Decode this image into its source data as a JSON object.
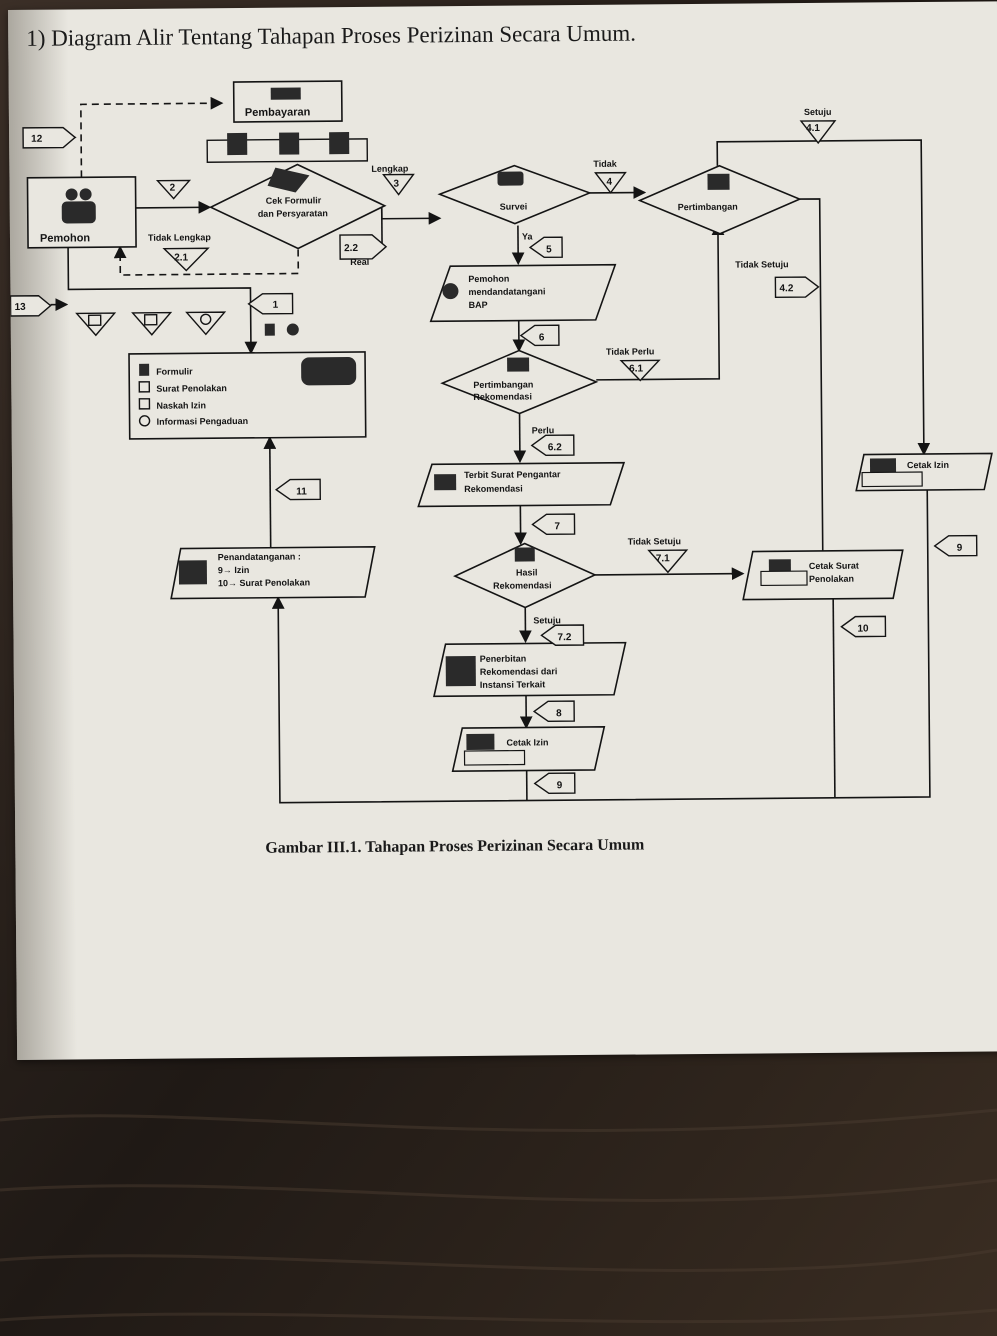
{
  "heading": "1) Diagram Alir Tentang Tahapan Proses Perizinan Secara Umum.",
  "caption": "Gambar III.1. Tahapan Proses Perizinan Secara Umum",
  "nodes": {
    "pemohon": "Pemohon",
    "pembayaran": "Pembayaran",
    "cek_formulir_1": "Cek Formulir",
    "cek_formulir_2": "dan Persyaratan",
    "survei": "Survei",
    "pertimbangan": "Pertimbangan",
    "pemohon_bap_1": "Pemohon",
    "pemohon_bap_2": "mendandatangani",
    "pemohon_bap_3": "BAP",
    "pertimbangan_rek_1": "Pertimbangan",
    "pertimbangan_rek_2": "Rekomendasi",
    "terbit_surat_1": "Terbit Surat Pengantar",
    "terbit_surat_2": "Rekomendasi",
    "hasil_rek_1": "Hasil",
    "hasil_rek_2": "Rekomendasi",
    "penerbitan_1": "Penerbitan",
    "penerbitan_2": "Rekomendasi dari",
    "penerbitan_3": "Instansi Terkait",
    "cetak_izin_bottom": "Cetak Izin",
    "cetak_izin_right": "Cetak Izin",
    "cetak_penolakan_1": "Cetak Surat",
    "cetak_penolakan_2": "Penolakan",
    "penandatanganan_1": "Penandatanganan :",
    "penandatanganan_2": "9→ Izin",
    "penandatanganan_3": "10→ Surat Penolakan"
  },
  "documents": {
    "formulir": "Formulir",
    "surat_penolakan": "Surat Penolakan",
    "naskah_izin": "Naskah Izin",
    "informasi_pengaduan": "Informasi Pengaduan"
  },
  "edge_labels": {
    "lengkap": "Lengkap",
    "tidak_lengkap": "Tidak Lengkap",
    "tidak_4": "Tidak",
    "setuju_41": "Setuju",
    "tidak_setuju_42": "Tidak Setuju",
    "ya": "Ya",
    "tidak_perlu": "Tidak Perlu",
    "perlu": "Perlu",
    "tidak_setuju_71": "Tidak Setuju",
    "setuju_72": "Setuju",
    "real": "Real"
  },
  "step_numbers": {
    "s12": "12",
    "s13": "13",
    "s2": "2",
    "s21": "2.1",
    "s22": "2.2",
    "s3": "3",
    "s4": "4",
    "s41": "4.1",
    "s42": "4.2",
    "s5": "5",
    "s6": "6",
    "s61": "6.1",
    "s62": "6.2",
    "s7": "7",
    "s71": "7.1",
    "s72": "7.2",
    "s8": "8",
    "s9a": "9",
    "s9b": "9",
    "s10": "10",
    "s11": "11",
    "s1": "1"
  },
  "colors": {
    "paper": "#e9e7e0",
    "ink": "#141414",
    "table": "#2a221c"
  }
}
